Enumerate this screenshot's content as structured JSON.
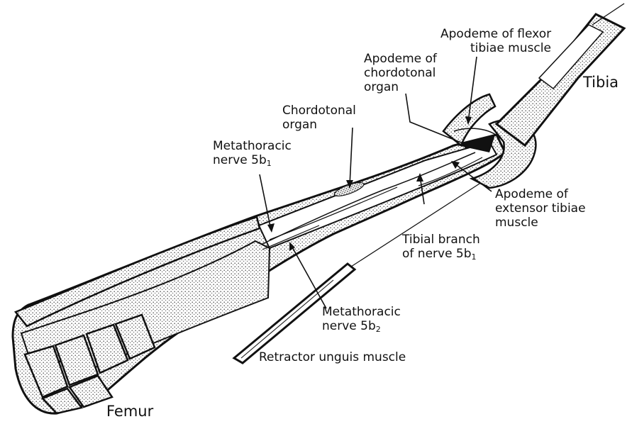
{
  "labels": {
    "flexor_apodeme": [
      "Apodeme of flexor",
      "tibiae muscle"
    ],
    "tibia": "Tibia",
    "chordotonal_apodeme": [
      "Apodeme of",
      "chordotonal",
      "organ"
    ],
    "chordotonal_organ": [
      "Chordotonal",
      "organ"
    ],
    "nerve_5b1": {
      "line1": "Metathoracic",
      "line2": "nerve 5b",
      "sub": "1"
    },
    "extensor_apodeme": [
      "Apodeme of",
      "extensor tibiae",
      "muscle"
    ],
    "tibial_branch": {
      "line1": "Tibial branch",
      "line2": "of nerve 5b",
      "sub": "1"
    },
    "nerve_5b2": {
      "line1": "Metathoracic",
      "line2": "nerve 5b",
      "sub": "2"
    },
    "retractor": "Retractor unguis muscle",
    "femur": "Femur"
  },
  "colors": {
    "ink": "#111111",
    "stipple": "#8a8a8a",
    "paper": "#ffffff"
  }
}
